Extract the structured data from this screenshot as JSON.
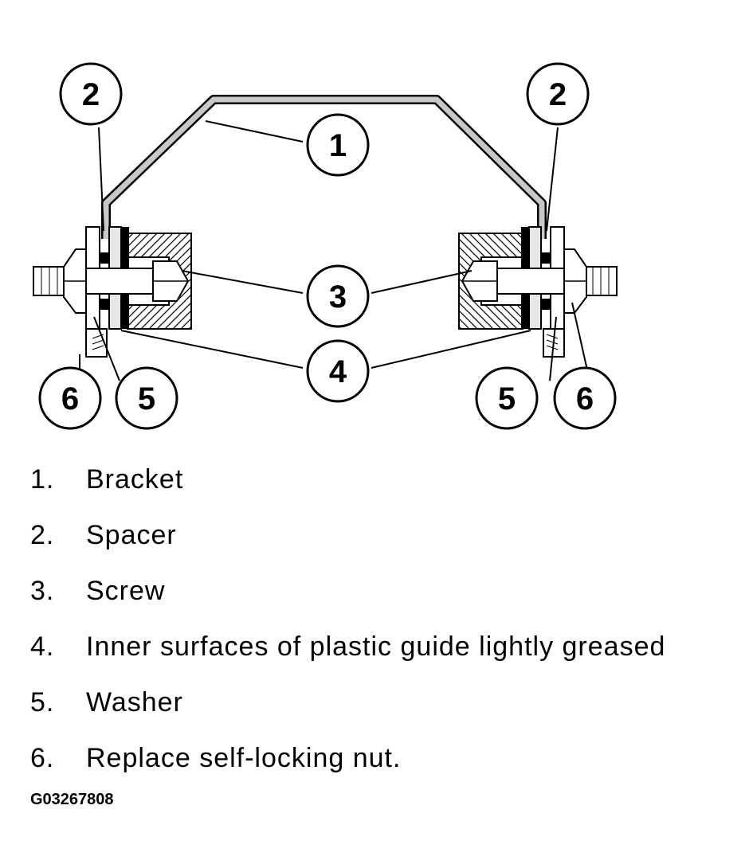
{
  "diagram": {
    "callouts": [
      "1",
      "2",
      "3",
      "4",
      "5",
      "6"
    ]
  },
  "legend": [
    {
      "num": "1.",
      "text": "Bracket"
    },
    {
      "num": "2.",
      "text": "Spacer"
    },
    {
      "num": "3.",
      "text": "Screw"
    },
    {
      "num": "4.",
      "text": "Inner surfaces of plastic guide lightly greased"
    },
    {
      "num": "5.",
      "text": "Washer"
    },
    {
      "num": "6.",
      "text": "Replace self-locking nut."
    }
  ],
  "figure_id": "G03267808",
  "colors": {
    "ink": "#000000",
    "bracket_fill": "#c8c8c8",
    "metal_fill": "#e6e6e6",
    "background": "#ffffff"
  }
}
